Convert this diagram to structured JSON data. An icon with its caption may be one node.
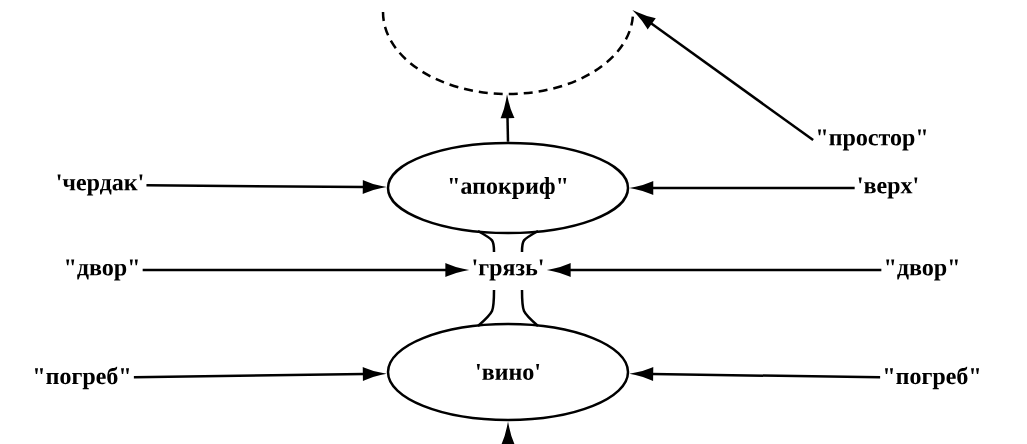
{
  "diagram": {
    "nodes": [
      {
        "text": [],
        "shape": "arc"
      },
      {
        "text": [
          "\"простор\""
        ]
      },
      {
        "text": [
          "'чердак'"
        ]
      },
      {
        "text": [
          "\"апокриф\""
        ]
      },
      {
        "text": [
          "'верх'"
        ]
      },
      {
        "text": [
          "\"двор\""
        ]
      },
      {
        "text": [
          "'грязь'"
        ]
      },
      {
        "text": [
          "\"двор\""
        ]
      },
      {
        "text": [
          "\"погреб\""
        ]
      },
      {
        "text": [
          "'вино'"
        ]
      },
      {
        "text": [
          "\"погреб\""
        ]
      }
    ],
    "edges": [
      {
        "from": 1,
        "to": 0,
        "arrow": "to"
      },
      {
        "from": 3,
        "to": 0,
        "arrow": "to"
      },
      {
        "from": 2,
        "to": 3,
        "arrow": "to"
      },
      {
        "from": 4,
        "to": 3,
        "arrow": "to"
      },
      {
        "from": 5,
        "to": 6,
        "arrow": "to"
      },
      {
        "from": 7,
        "to": 6,
        "arrow": "to"
      },
      {
        "from": 8,
        "to": 9,
        "arrow": "to"
      },
      {
        "from": 10,
        "to": 9,
        "arrow": "to"
      },
      {
        "from": null,
        "to": 9,
        "arrow": "to"
      }
    ]
  }
}
